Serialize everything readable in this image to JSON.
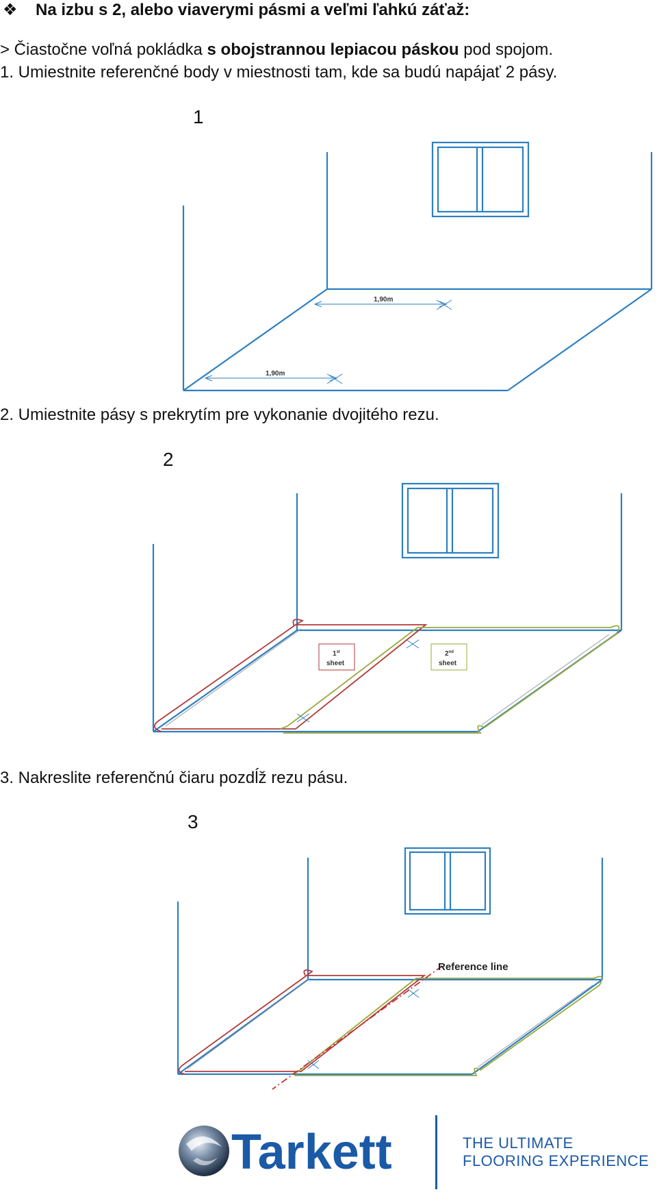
{
  "heading": {
    "bullet": "❖",
    "text": "Na izbu s 2, alebo viaverymi pásmi a veľmi ľahkú záťaž:"
  },
  "intro": {
    "prefix": "> Čiastočne voľná pokládka ",
    "bold": "s obojstrannou lepiacou páskou",
    "suffix": " pod spojom."
  },
  "steps": [
    {
      "text": "1. Umiestnite referenčné body v miestnosti tam, kde sa budú napájať 2 pásy."
    },
    {
      "text": "2. Umiestnite pásy s prekrytím pre vykonanie dvojitého rezu."
    },
    {
      "text": "3. Nakreslite referenčnú čiaru pozdĺž rezu pásu."
    }
  ],
  "figures": {
    "fig1": {
      "number": "1",
      "dim_top": "1,90m",
      "dim_bottom": "1,90m"
    },
    "fig2": {
      "number": "2",
      "sheet1": {
        "sup_num": "1",
        "sup": "st",
        "label": "sheet"
      },
      "sheet2": {
        "sup_num": "2",
        "sup": "nd",
        "label": "sheet"
      }
    },
    "fig3": {
      "number": "3",
      "reference_label": "Reference line"
    }
  },
  "logo": {
    "brand": "Tarkett",
    "tagline_1": "THE ULTIMATE",
    "tagline_2": "FLOORING EXPERIENCE"
  },
  "colors": {
    "wall_blue": "#2d7fc1",
    "sheet1_red": "#b23a3a",
    "sheet2_green": "#9aa83a",
    "brand_blue": "#1b5aa6"
  }
}
